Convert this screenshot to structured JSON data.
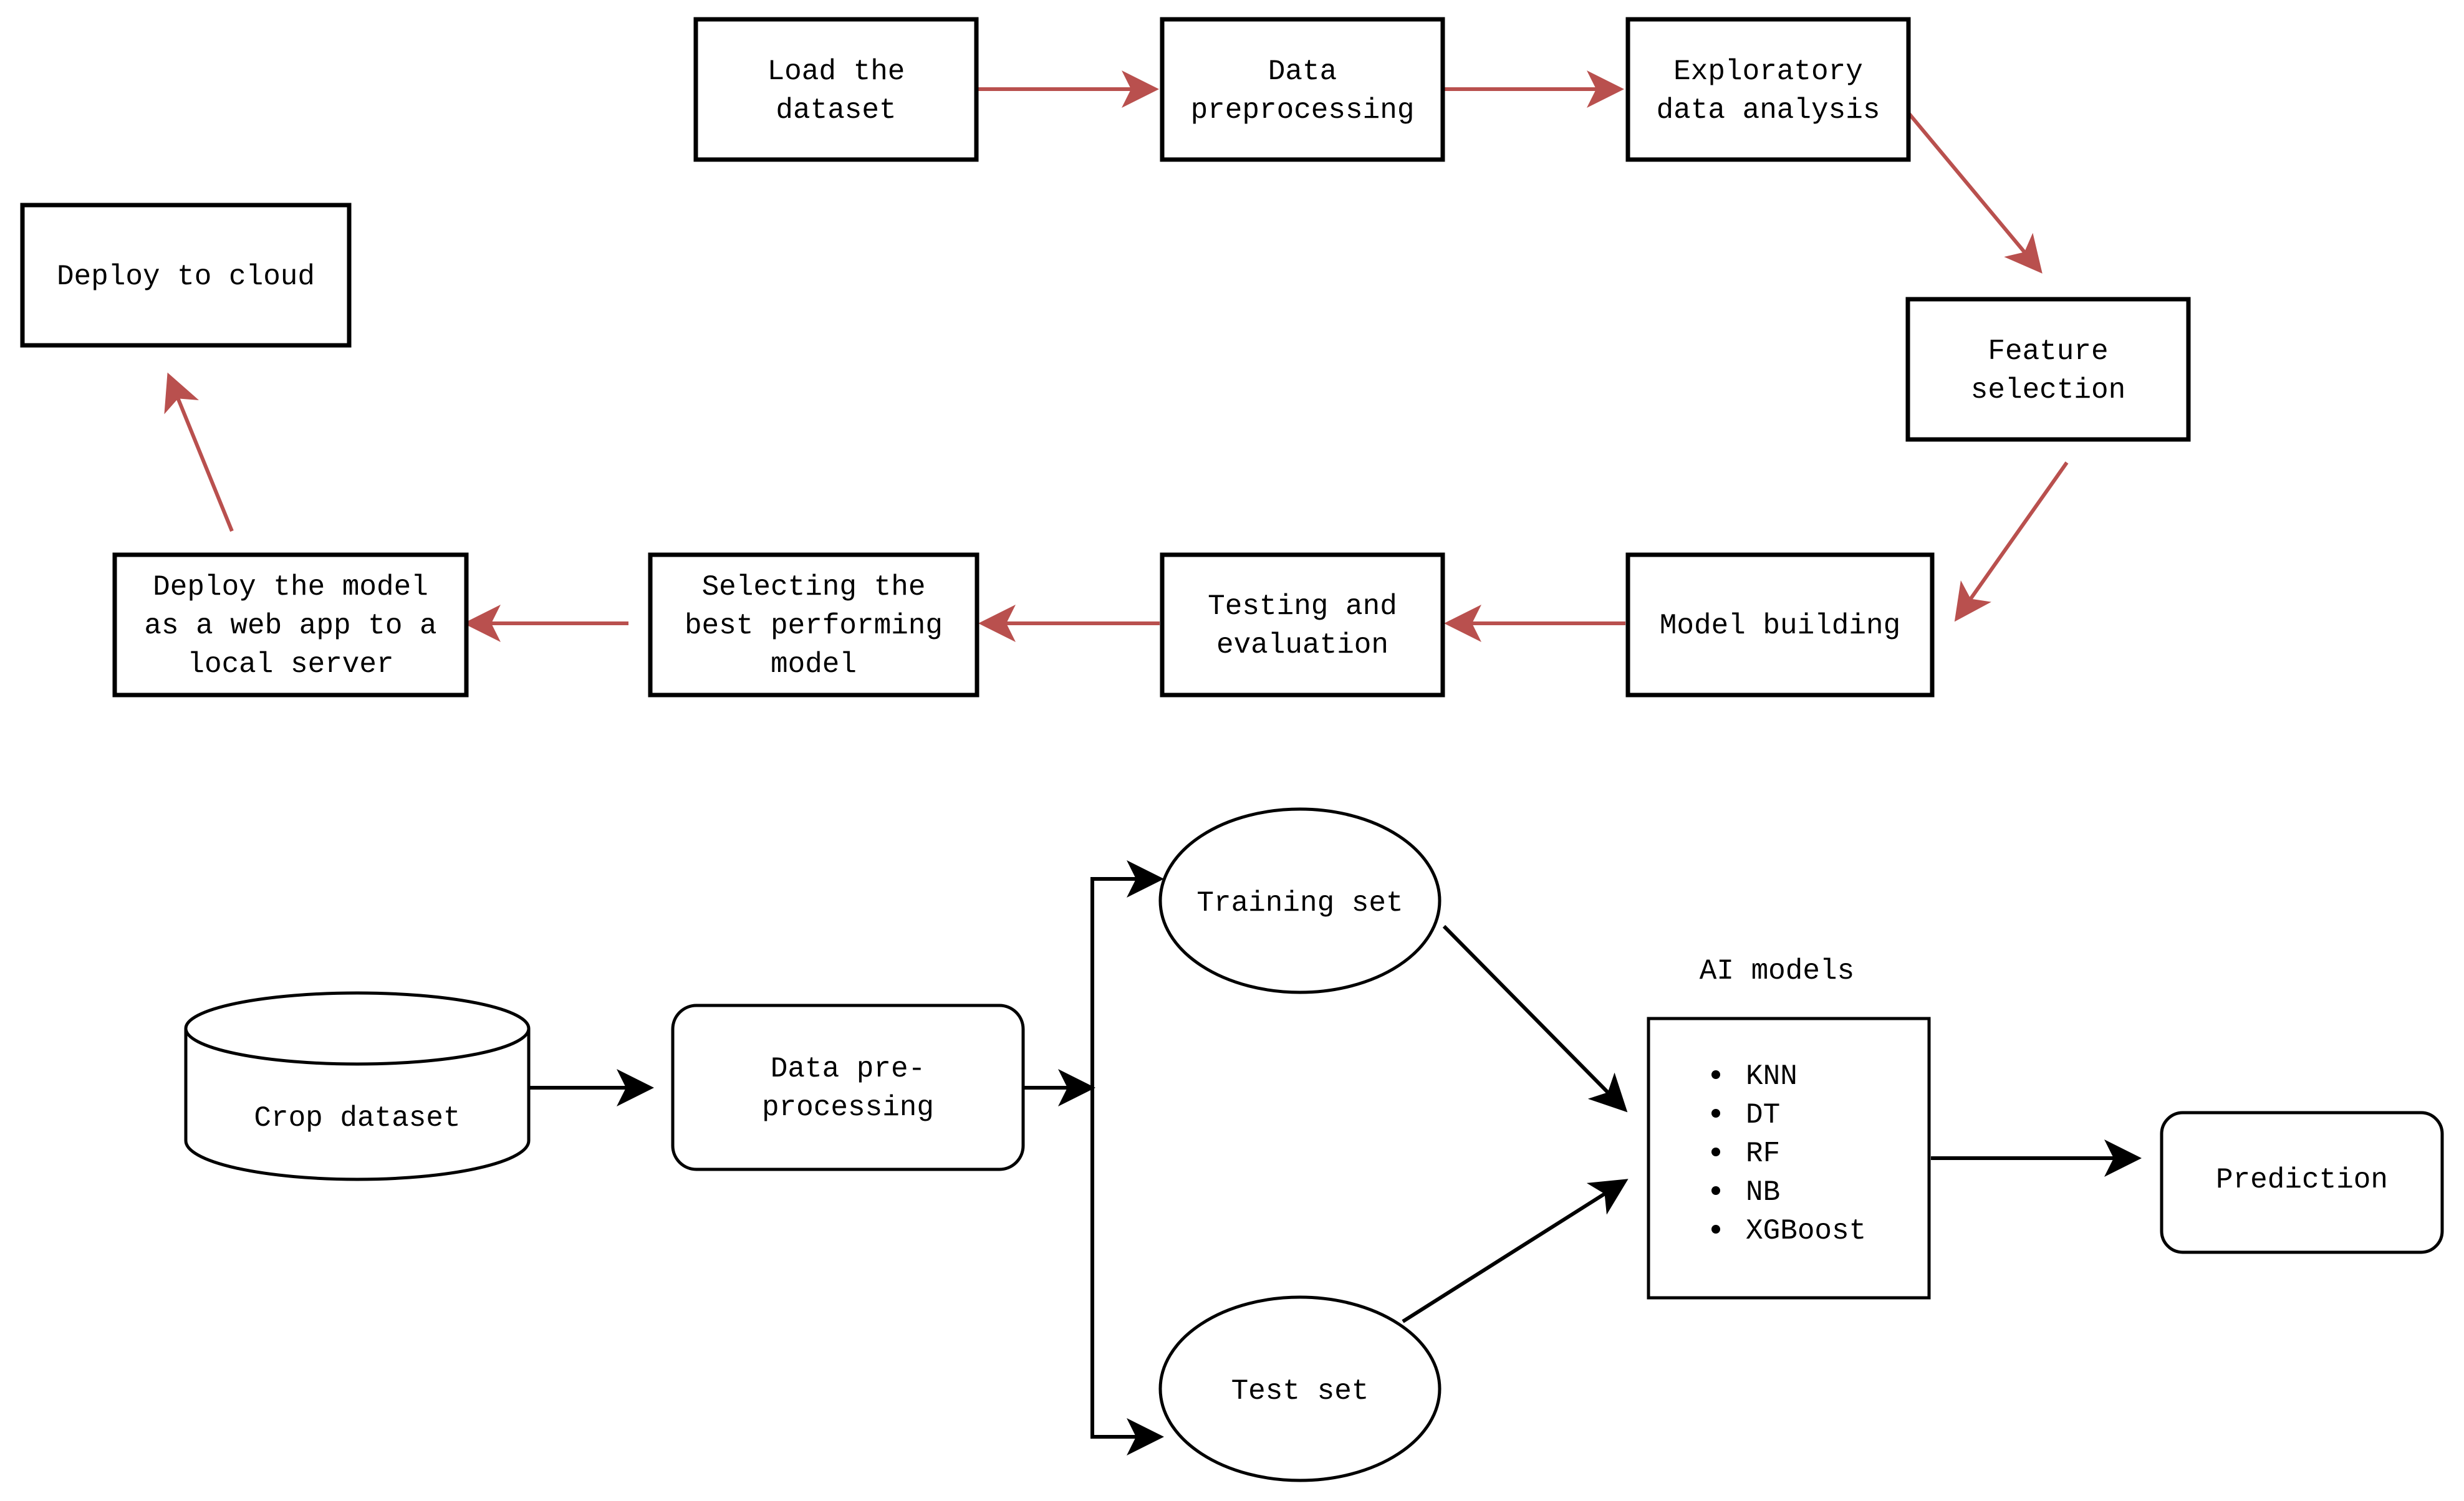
{
  "colors": {
    "box_border": "#000000",
    "flow_arrow": "#b9504e",
    "model_arrow": "#000000",
    "background": "#ffffff"
  },
  "workflow": {
    "load": [
      "Load the",
      "dataset"
    ],
    "preprocess": [
      "Data",
      "preprocessing"
    ],
    "eda": [
      "Exploratory",
      "data analysis"
    ],
    "feature": [
      "Feature",
      "selection"
    ],
    "model_building": [
      "Model building"
    ],
    "testing": [
      "Testing and",
      "evaluation"
    ],
    "selecting": [
      "Selecting the",
      "best performing",
      "model"
    ],
    "deploy_local": [
      "Deploy the model",
      "as a web app to a",
      "local server"
    ],
    "deploy_cloud": [
      "Deploy to cloud"
    ]
  },
  "pipeline": {
    "crop_dataset": [
      "Crop dataset"
    ],
    "data_preprocessing": [
      "Data pre-",
      "processing"
    ],
    "training_set": [
      "Training set"
    ],
    "test_set": [
      "Test set"
    ],
    "ai_models_title": "AI models",
    "ai_models": [
      "KNN",
      "DT",
      "RF",
      "NB",
      "XGBoost"
    ],
    "prediction": [
      "Prediction"
    ]
  }
}
